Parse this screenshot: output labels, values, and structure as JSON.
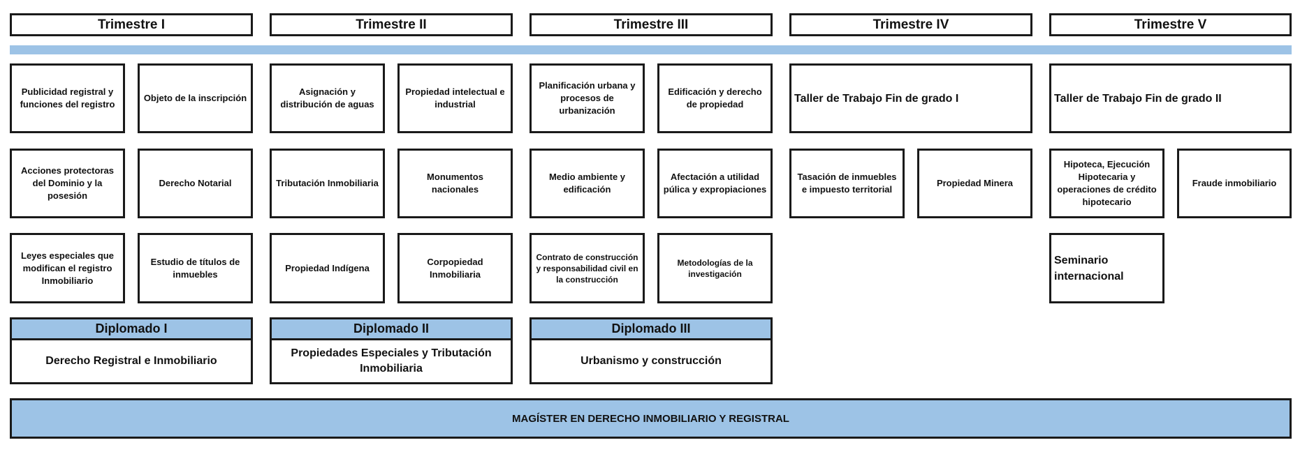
{
  "colors": {
    "accent": "#9dc3e6",
    "border": "#1a1a1a"
  },
  "trimestres": [
    "Trimestre I",
    "Trimestre II",
    "Trimestre III",
    "Trimestre IV",
    "Trimestre V"
  ],
  "courses": {
    "t1": [
      "Publicidad registral y funciones del registro",
      "Objeto de la inscripción",
      "Acciones protectoras del Dominio y la posesión",
      "Derecho Notarial",
      "Leyes especiales que modifican el registro Inmobiliario",
      "Estudio de títulos de inmuebles"
    ],
    "t2": [
      "Asignación y distribución de aguas",
      "Propiedad intelectual e industrial",
      "Tributación Inmobiliaria",
      "Monumentos nacionales",
      "Propiedad Indígena",
      "Corpopiedad Inmobiliaria"
    ],
    "t3": [
      "Planificación urbana y procesos de urbanización",
      "Edificación y derecho de propiedad",
      "Medio ambiente y edificación",
      "Afectación a utilidad púlica y expropiaciones",
      "Contrato de construcción y responsabilidad civil en la construcción",
      "Metodologías de la investigación"
    ],
    "t4": [
      "Taller de Trabajo Fin de grado I",
      "Tasación de inmuebles e impuesto territorial",
      "Propiedad Minera"
    ],
    "t5": [
      "Taller de Trabajo Fin de grado II",
      "Hipoteca, Ejecución Hipotecaria y operaciones de crédito hipotecario",
      "Fraude inmobiliario",
      "Seminario internacional"
    ]
  },
  "diplomados": [
    {
      "title": "Diplomado I",
      "body": "Derecho Registral e Inmobiliario"
    },
    {
      "title": "Diplomado II",
      "body": "Propiedades Especiales y Tributación Inmobiliaria"
    },
    {
      "title": "Diplomado III",
      "body": "Urbanismo y construcción"
    }
  ],
  "footer": "MAGÍSTER EN DERECHO INMOBILIARIO Y REGISTRAL"
}
